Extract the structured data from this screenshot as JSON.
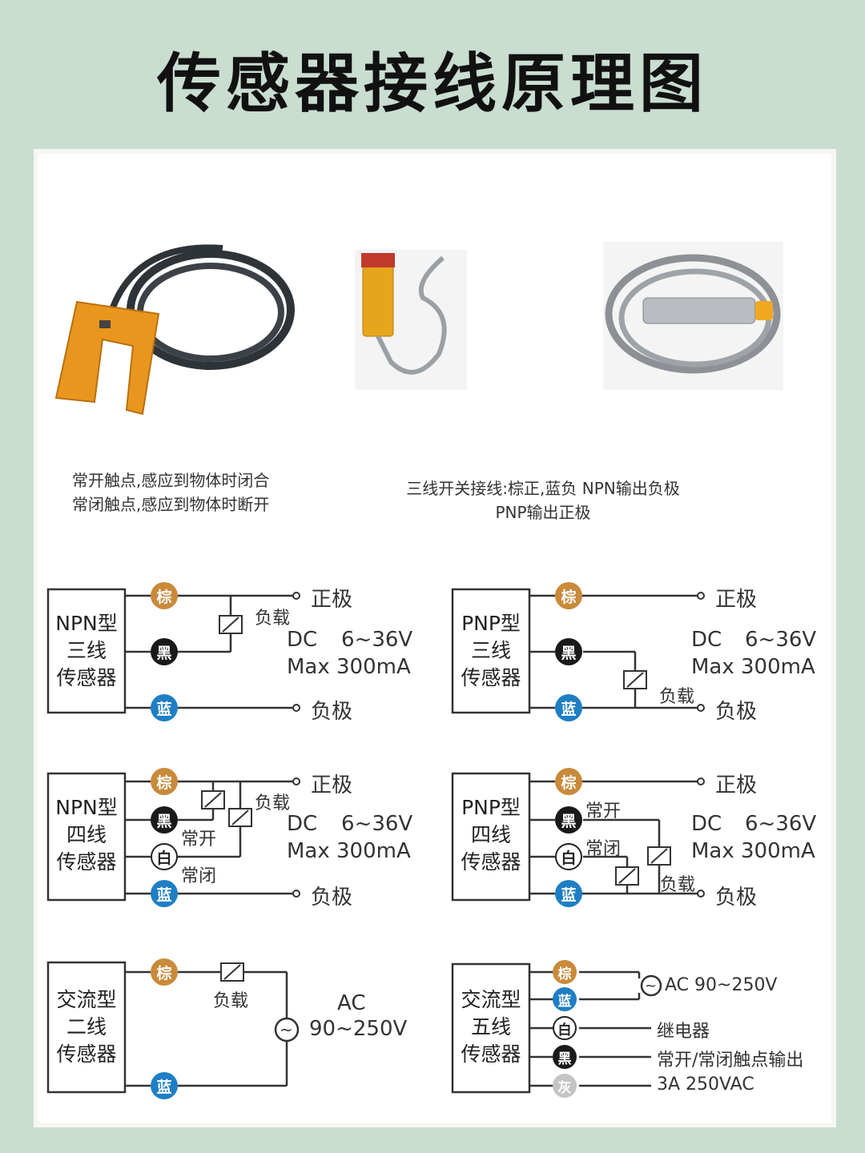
{
  "title": "传感器接线原理图",
  "captions": {
    "slot_line1": "常开触点,感应到物体时闭合",
    "slot_line2": "常闭触点,感应到物体时断开",
    "three_wire_line1": "三线开关接线:棕正,蓝负 NPN输出负极",
    "three_wire_line2": "PNP输出正极"
  },
  "wire_colors": {
    "brown": "棕",
    "black": "黑",
    "white": "白",
    "blue": "蓝",
    "gray": "灰"
  },
  "labels": {
    "positive": "正极",
    "negative": "负极",
    "load": "负载",
    "dc": "DC",
    "dc_range": "6~36V",
    "max": "Max",
    "max_current": "300mA",
    "no": "常开",
    "nc": "常闭",
    "ac": "AC",
    "ac_range": "90~250V",
    "ac_full": "AC 90~250V",
    "relay": "继电器",
    "contact_out": "常开/常闭触点输出",
    "rating": "3A 250VAC"
  },
  "boxes": {
    "npn3": [
      "NPN型",
      "三线",
      "传感器"
    ],
    "pnp3": [
      "PNP型",
      "三线",
      "传感器"
    ],
    "npn4": [
      "NPN型",
      "四线",
      "传感器"
    ],
    "pnp4": [
      "PNP型",
      "四线",
      "传感器"
    ],
    "ac2": [
      "交流型",
      "二线",
      "传感器"
    ],
    "ac5": [
      "交流型",
      "五线",
      "传感器"
    ]
  },
  "colors": {
    "brown": "#c98a3a",
    "black": "#1a1a1a",
    "blue": "#1f7fc4",
    "white": "#ffffff",
    "gray": "#bdbdbd",
    "line": "#333333"
  }
}
